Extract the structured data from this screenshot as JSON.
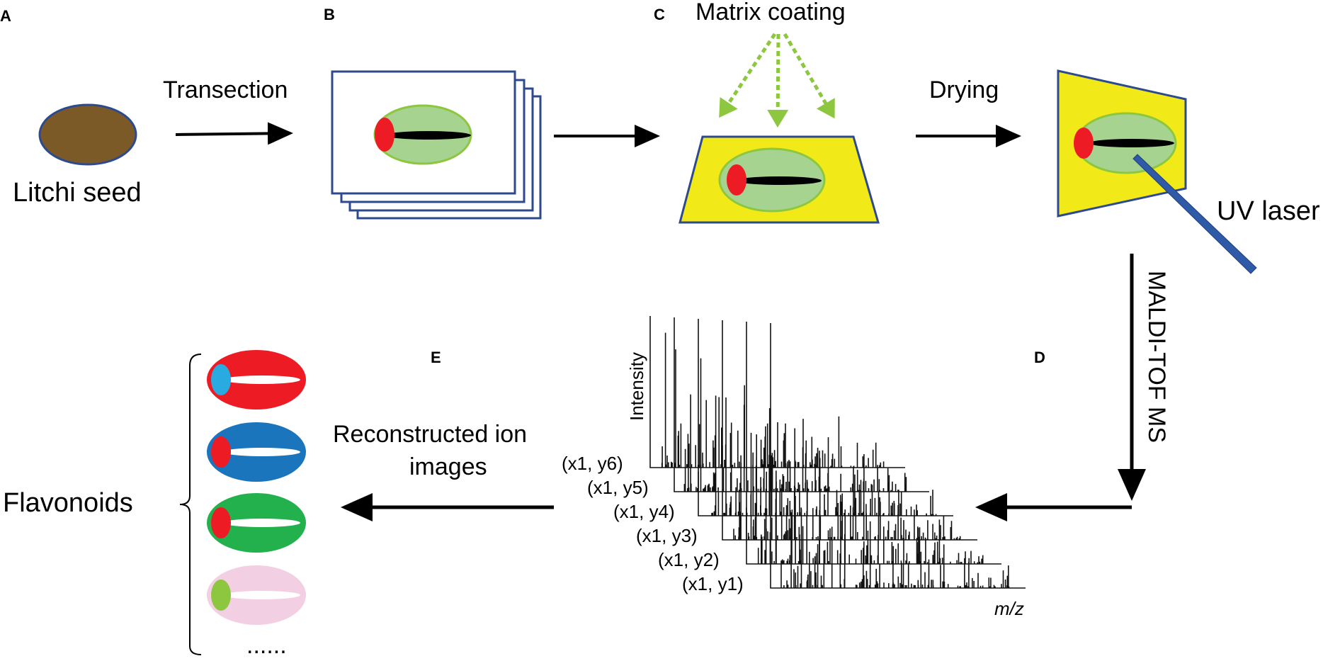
{
  "panels": {
    "a": "A",
    "b": "B",
    "c": "C",
    "d": "D",
    "e": "E"
  },
  "labels": {
    "litchi_seed": "Litchi seed",
    "transection": "Transection",
    "matrix_coating": "Matrix coating",
    "drying": "Drying",
    "uv_laser": "UV laser",
    "maldi": "MALDI-TOF MS",
    "reconstructed_1": "Reconstructed ion",
    "reconstructed_2": "images",
    "flavonoids": "Flavonoids",
    "ellipsis": "......",
    "intensity": "Intensity",
    "mz": "m/z"
  },
  "spectra": [
    {
      "label": "(x1, y6)"
    },
    {
      "label": "(x1, y5)"
    },
    {
      "label": "(x1, y4)"
    },
    {
      "label": "(x1, y3)"
    },
    {
      "label": "(x1, y2)"
    },
    {
      "label": "(x1, y1)"
    }
  ],
  "colors": {
    "seed_brown": "#7b5a28",
    "outline_blue": "#2e4a8f",
    "tissue_green": "#a6d38f",
    "embryo_red": "#ed1c24",
    "matrix_yellow": "#f2ea18",
    "spray_green": "#8dc63f",
    "laser_blue": "#2e5aa8",
    "ion_red": "#ed1c24",
    "ion_blue": "#1b75bc",
    "ion_green": "#22b14c",
    "ion_pink": "#f2cfe2",
    "dot_cyan": "#29abe2",
    "dot_lime": "#8dc63f"
  }
}
